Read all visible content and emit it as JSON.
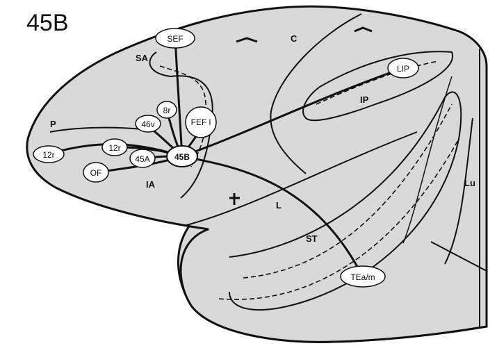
{
  "figure": {
    "title": "45B",
    "colors": {
      "cortex_fill": "#d9d9d9",
      "outline": "#111111",
      "node_fill": "#ffffff"
    },
    "sulcus_labels": [
      "SA",
      "C",
      "P",
      "IP",
      "IA",
      "L",
      "ST",
      "Lu"
    ],
    "area_nodes": [
      "SEF",
      "8r",
      "46v",
      "FEF l",
      "12r",
      "12r",
      "45A",
      "45B",
      "OF",
      "LIP",
      "TEa/m"
    ],
    "center_node": "45B"
  }
}
